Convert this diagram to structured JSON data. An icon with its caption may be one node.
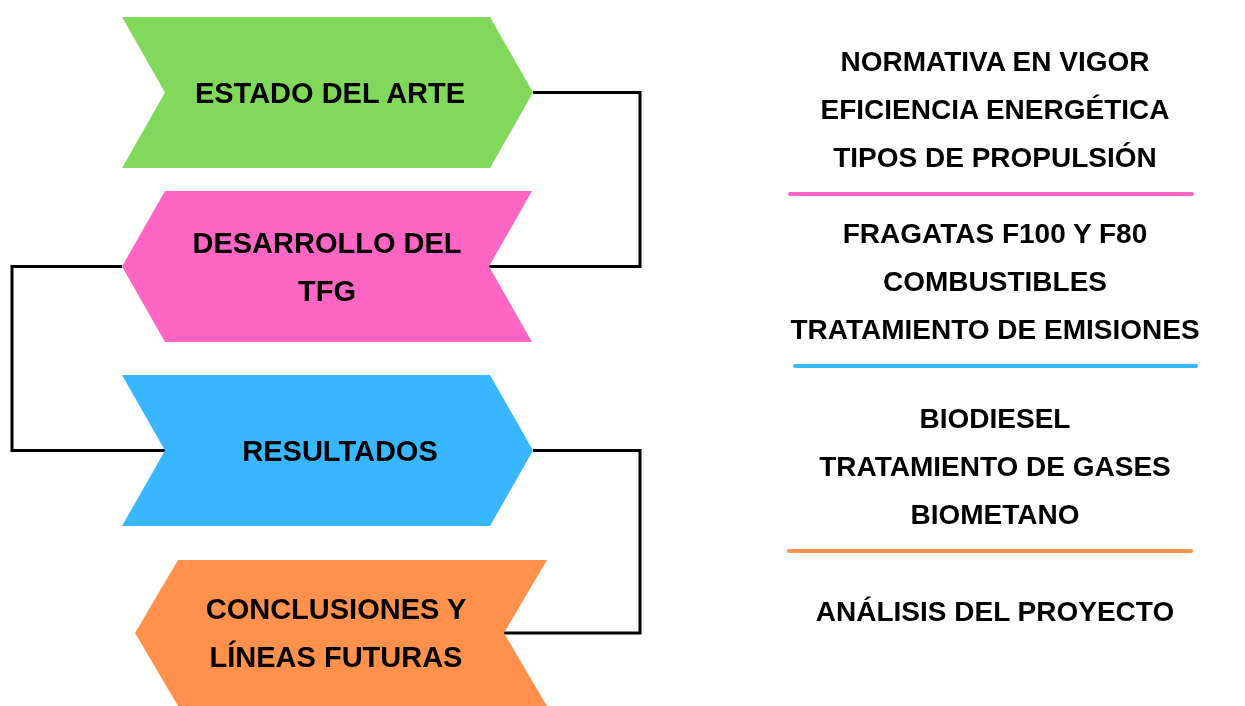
{
  "diagram": {
    "nodes": [
      {
        "text": [
          "ESTADO DEL ARTE"
        ]
      },
      {
        "text": [
          "DESARROLLO DEL TFG"
        ]
      },
      {
        "text": [
          "RESULTADOS"
        ]
      },
      {
        "text": [
          "CONCLUSIONES Y LÍNEAS FUTURAS"
        ]
      }
    ],
    "edges": [
      {
        "from": 0,
        "to": 1,
        "arrow": "none"
      },
      {
        "from": 1,
        "to": 2,
        "arrow": "none"
      },
      {
        "from": 2,
        "to": 3,
        "arrow": "none"
      }
    ],
    "labels": [
      "NORMATIVA EN VIGOR",
      "EFICIENCIA ENERGÉTICA",
      "TIPOS DE PROPULSIÓN",
      "FRAGATAS F100 Y F80",
      "COMBUSTIBLES",
      "TRATAMIENTO DE EMISIONES",
      "BIODIESEL",
      "TRATAMIENTO DE GASES",
      "BIOMETANO",
      "ANÁLISIS DEL PROYECTO"
    ]
  }
}
